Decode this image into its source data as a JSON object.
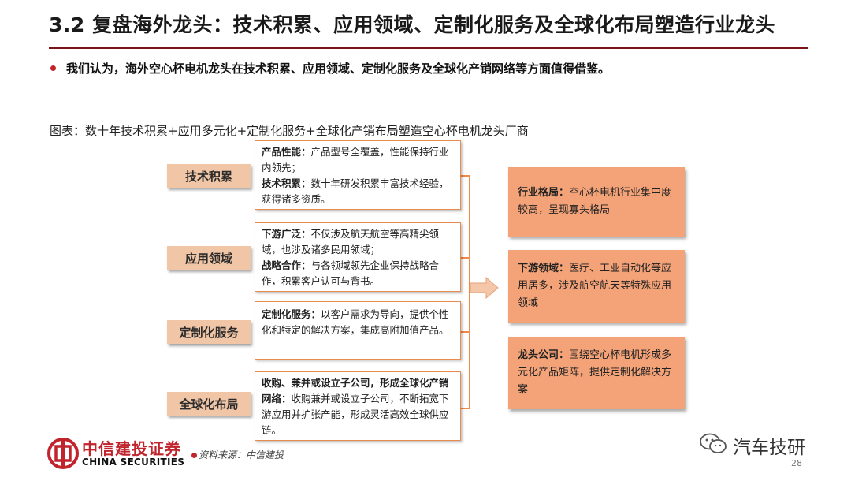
{
  "slide": {
    "title": "3.2 复盘海外龙头：技术积累、应用领域、定制化服务及全球化布局塑造行业龙头",
    "bullet": "我们认为，海外空心杯电机龙头在技术积累、应用领域、定制化服务及全球化产销网络等方面值得借鉴。",
    "caption": "图表：数十年技术积累+应用多元化+定制化服务+全球化产销布局塑造空心杯电机龙头厂商"
  },
  "diagram": {
    "left_labels": [
      "技术积累",
      "应用领域",
      "定制化服务",
      "全球化布局"
    ],
    "middle": [
      {
        "items": [
          {
            "key": "产品性能：",
            "text": "产品型号全覆盖，性能保持行业内领先；"
          },
          {
            "key": "技术积累：",
            "text": "数十年研发积累丰富技术经验，获得诸多资质。"
          }
        ]
      },
      {
        "items": [
          {
            "key": "下游广泛：",
            "text": "不仅涉及航天航空等高精尖领域，也涉及诸多民用领域；"
          },
          {
            "key": "战略合作：",
            "text": "与各领域领先企业保持战略合作，积累客户认可与背书。"
          }
        ]
      },
      {
        "items": [
          {
            "key": "定制化服务：",
            "text": "以客户需求为导向，提供个性化和特定的解决方案，集成高附加值产品。"
          }
        ]
      },
      {
        "items": [
          {
            "key": "收购、兼并或设立子公司，形成全球化产销网络：",
            "text": "收购兼并或设立子公司，不断拓宽下游应用并扩张产能，形成灵活高效全球供应链。"
          }
        ]
      }
    ],
    "right": [
      {
        "key": "行业格局：",
        "text": "空心杯电机行业集中度较高，呈现寡头格局"
      },
      {
        "key": "下游领域：",
        "text": "医疗、工业自动化等应用居多，涉及航空航天等特殊应用领域"
      },
      {
        "key": "龙头公司：",
        "text": "围绕空心杯电机形成多元化产品矩阵，提供定制化解决方案"
      }
    ]
  },
  "footer": {
    "logo_cn": "中信建投证券",
    "logo_en": "CHINA SECURITIES",
    "source": "资料来源：中信建投",
    "watermark": "汽车技研",
    "page": "28"
  },
  "colors": {
    "accent_red": "#c0242d",
    "title_rule": "#7a1418",
    "label_fill": "#f1c6a6",
    "outline_orange": "#e88b4f",
    "result_fill": "#f4a378"
  },
  "icons": [
    "citic-logo-icon",
    "arrow-right-icon",
    "wechat-icon"
  ]
}
